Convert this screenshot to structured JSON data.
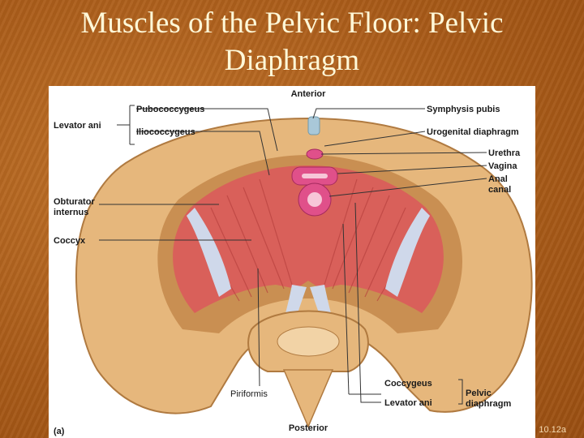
{
  "slide": {
    "title_line1": "Muscles of the Pelvic Floor: Pelvic",
    "title_line2": "Diaphragm",
    "figure_number": "10.12a"
  },
  "figure": {
    "top_label": "Anterior",
    "bottom_label": "Posterior",
    "panel_letter": "(a)",
    "labels": {
      "levator_ani_group": "Levator ani",
      "pubococcygeus": "Pubococcygeus",
      "iliococcygeus": "Iliococcygeus",
      "obturator_internus_1": "Obturator",
      "obturator_internus_2": "internus",
      "coccyx": "Coccyx",
      "piriformis": "Piriformis",
      "symphysis_pubis": "Symphysis pubis",
      "urogenital_diaphragm": "Urogenital diaphragm",
      "urethra": "Urethra",
      "vagina": "Vagina",
      "anal_canal_1": "Anal",
      "anal_canal_2": "canal",
      "coccygeus": "Coccygeus",
      "levator_ani": "Levator ani",
      "pelvic_diaphragm_1": "Pelvic",
      "pelvic_diaphragm_2": "diaphragm"
    },
    "colors": {
      "bone": "#e6b77c",
      "bone_shadow": "#c98f52",
      "muscle": "#d9605a",
      "muscle_dark": "#b8413e",
      "tendon": "#cfd8ea",
      "orifice": "#e0508a"
    }
  }
}
